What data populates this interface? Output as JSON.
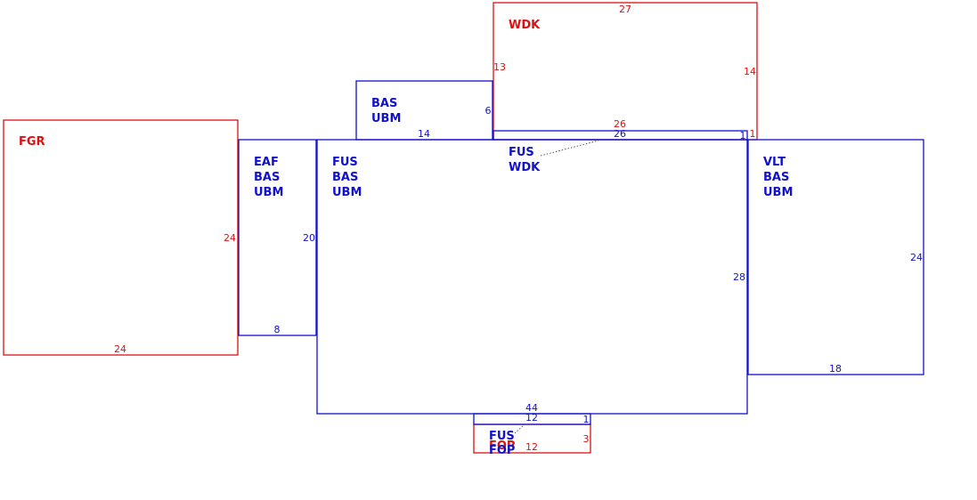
{
  "colors": {
    "red": "#dd1111",
    "blue": "#1111cc",
    "leader": "#333333"
  },
  "rooms": [
    {
      "id": "FGR",
      "labels": [
        "FGR"
      ],
      "color": "red",
      "dims": [
        "24",
        "24"
      ]
    },
    {
      "id": "EAF",
      "labels": [
        "EAF",
        "BAS",
        "UBM"
      ],
      "color": "blue",
      "dims": [
        "20",
        "8"
      ]
    },
    {
      "id": "BAS-TOP",
      "labels": [
        "BAS",
        "UBM"
      ],
      "color": "blue",
      "dims": [
        "6",
        "14"
      ]
    },
    {
      "id": "WDK",
      "labels": [
        "WDK"
      ],
      "color": "red",
      "dims": [
        "27",
        "13",
        "14",
        "26",
        "1"
      ]
    },
    {
      "id": "FUS-WDK",
      "labels": [
        "FUS",
        "WDK"
      ],
      "color": "blue",
      "dims": [
        "26",
        "1"
      ]
    },
    {
      "id": "FUS-MAIN",
      "labels": [
        "FUS",
        "BAS",
        "UBM"
      ],
      "color": "blue",
      "dims": [
        "28",
        "44"
      ]
    },
    {
      "id": "VLT",
      "labels": [
        "VLT",
        "BAS",
        "UBM"
      ],
      "color": "blue",
      "dims": [
        "24",
        "18"
      ]
    },
    {
      "id": "FUS-FOP",
      "labels": [
        "FUS",
        "FOP"
      ],
      "color": "blue",
      "dims": [
        "12",
        "1"
      ]
    },
    {
      "id": "FOP",
      "labels": [
        "FOP"
      ],
      "color": "red",
      "dims": [
        "3",
        "12"
      ]
    }
  ]
}
